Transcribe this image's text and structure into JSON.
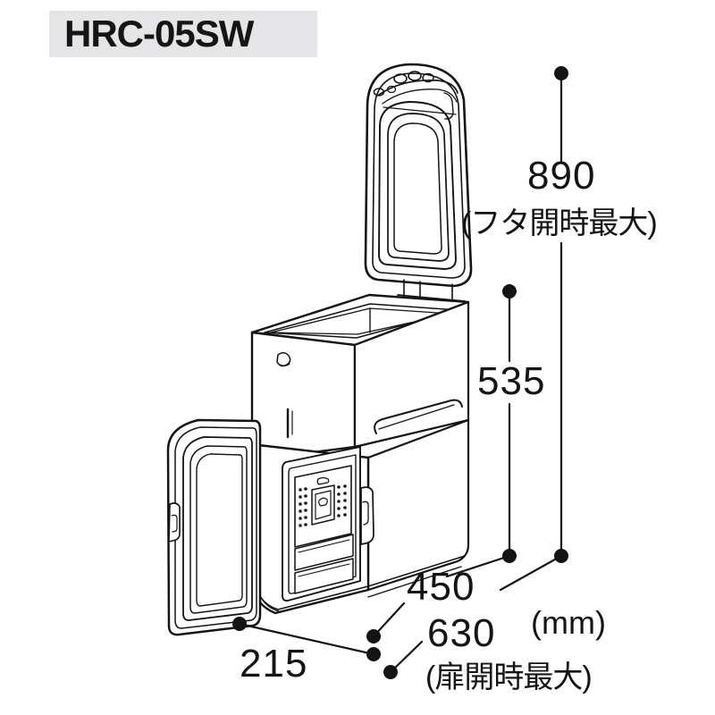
{
  "page": {
    "background": "#ffffff",
    "ink": "#141414"
  },
  "header": {
    "model_label": "HRC-05SW",
    "band_color": "#e5e5e7"
  },
  "product": {
    "name": "rice-storage-unit",
    "view": "isometric-line-drawing",
    "parts": [
      "top-lid-open",
      "upper-basin",
      "front-door-open",
      "control-panel",
      "vent-grille",
      "bottom-base",
      "side-handle-rail",
      "door-hinge",
      "rear-hinge"
    ]
  },
  "dimensions": {
    "unit_label": "(mm)",
    "items": [
      {
        "id": "height-lid-open",
        "value": "890",
        "note": "(フタ開時最大)",
        "orientation": "vertical",
        "axis": "height"
      },
      {
        "id": "height-body",
        "value": "535",
        "note": "",
        "orientation": "vertical",
        "axis": "height"
      },
      {
        "id": "depth-body",
        "value": "450",
        "note": "",
        "orientation": "diagonal",
        "axis": "depth"
      },
      {
        "id": "depth-door-open",
        "value": "630",
        "note": "(扉開時最大)",
        "orientation": "diagonal",
        "axis": "depth"
      },
      {
        "id": "width-body",
        "value": "215",
        "note": "",
        "orientation": "diagonal",
        "axis": "width"
      }
    ]
  }
}
